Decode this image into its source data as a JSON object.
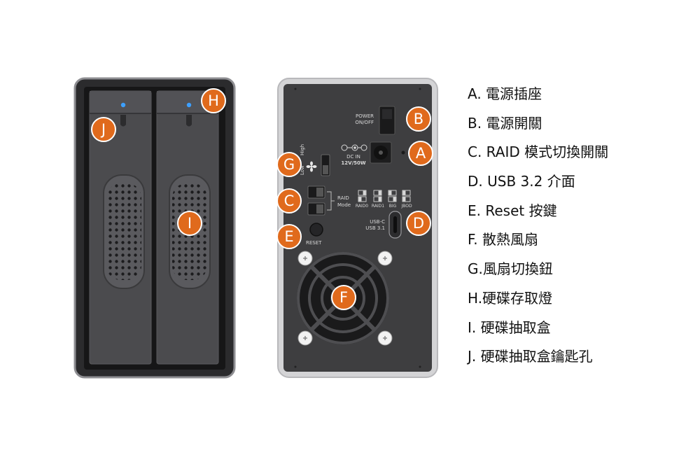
{
  "colors": {
    "badge": "#e06a1c",
    "badge_text": "#ffffff",
    "panel": "#3e3e40",
    "panel_frame": "#d4d4d6",
    "enclosure": "#2b2b2d",
    "tray": "#4b4b4e",
    "led": "#3da0ff"
  },
  "badges": {
    "a": "A",
    "b": "B",
    "c": "C",
    "d": "D",
    "e": "E",
    "f": "F",
    "g": "G",
    "h": "H",
    "i": "I",
    "j": "J"
  },
  "rear_panel": {
    "power_label_1": "POWER",
    "power_label_2": "ON/OFF",
    "dc_label_1": "DC IN",
    "dc_label_2": "12V/50W",
    "fan_low": "Low",
    "fan_high": "High",
    "raid_label_1": "RAID",
    "raid_label_2": "Mode",
    "raid_modes": [
      "RAID0",
      "RAID1",
      "BIG",
      "JBOD"
    ],
    "usb_label_1": "USB-C",
    "usb_label_2": "USB 3.1",
    "reset_label": "RESET"
  },
  "legend": [
    "A. 電源插座",
    "B. 電源開關",
    "C. RAID 模式切換開關",
    "D. USB 3.2 介面",
    "E. Reset 按鍵",
    "F. 散熱風扇",
    "G.風扇切換鈕",
    "H.硬碟存取燈",
    "I.  硬碟抽取盒",
    "J. 硬碟抽取盒鑰匙孔"
  ]
}
